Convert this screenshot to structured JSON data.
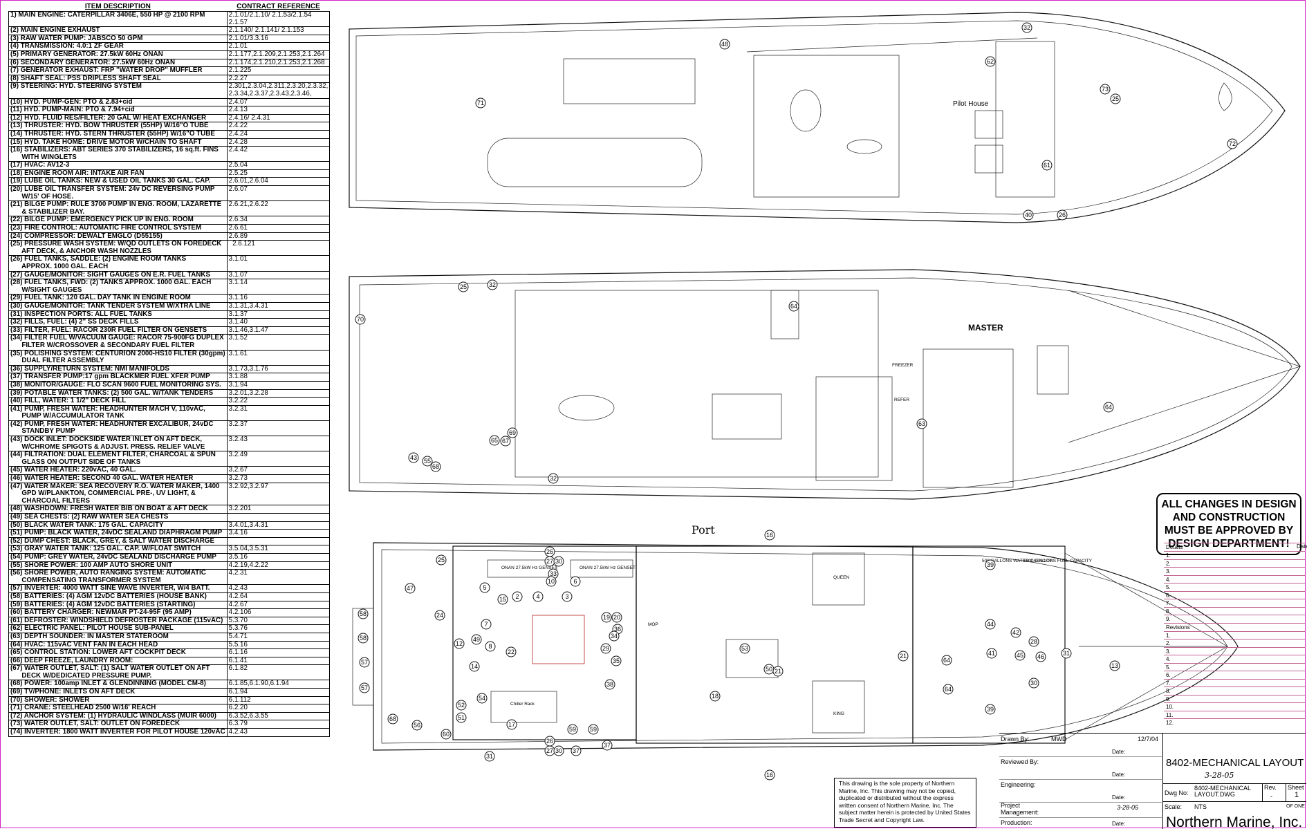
{
  "table": {
    "headers": [
      "ITEM DESCRIPTION",
      "CONTRACT REFERENCE"
    ],
    "rows": [
      [
        "1) MAIN ENGINE: CATERPILLAR 3406E, 550 HP @ 2100 RPM",
        "2.1.01/2.1.10/ 2.1.53/2.1.54\n2.1.57"
      ],
      [
        "(2) MAIN ENGINE EXHAUST",
        "2.1.140/ 2.1.141/ 2.1.153"
      ],
      [
        "(3) RAW WATER PUMP: JABSCO 50 GPM",
        "2.1.01/3.3.16"
      ],
      [
        "(4) TRANSMISSION: 4.0:1 ZF GEAR",
        "2.1.01"
      ],
      [
        "(5) PRIMARY GENERATOR: 27.5kW 60Hz ONAN",
        "2.1.177,2.1.209,2.1.253,2.1.264"
      ],
      [
        "(6) SECONDARY GENERATOR: 27.5kW 60Hz ONAN",
        "2.1.174,2.1.210,2.1.253,2.1.268"
      ],
      [
        "(7) GENERATOR EXHAUST: FRP \"WATER DROP\" MUFFLER",
        "2.1.225"
      ],
      [
        "(8) SHAFT SEAL: PSS DRIPLESS SHAFT SEAL",
        "2.2.27"
      ],
      [
        "(9) STEERING: HYD. STEERING SYSTEM",
        "2.301,2.3.04,2.311,2.3.20,2.3.32,\n2.3.34,2.3.37,2.3.43,2.3.46,"
      ],
      [
        "(10) HYD. PUMP-GEN: PTO & 2.83+cid",
        "2.4.07"
      ],
      [
        "(11) HYD. PUMP-MAIN: PTO & 7.94+cid",
        "2.4.13"
      ],
      [
        "(12) HYD. FLUID RES/FILTER: 20 GAL W/ HEAT EXCHANGER",
        "2.4.16/ 2.4.31"
      ],
      [
        "(13) THRUSTER: HYD. BOW THRUSTER (55HP) W/16\"O TUBE",
        "2.4.22"
      ],
      [
        "(14) THRUSTER: HYD. STERN THRUSTER (55HP) W/16\"O TUBE",
        "2.4.24"
      ],
      [
        "(15) HYD. TAKE HOME: DRIVE MOTOR W/CHAIN TO SHAFT",
        "2.4.28"
      ],
      [
        "(16) STABILIZERS: ABT SERIES 370 STABILIZERS, 16 sq.ft. FINS\n      WITH WINGLETS",
        "2.4.42"
      ],
      [
        "(17) HVAC: AV12-3",
        "2.5.04"
      ],
      [
        "(18) ENGINE ROOM AIR: INTAKE AIR FAN",
        "2.5.25"
      ],
      [
        "(19) LUBE OIL TANKS: NEW & USED OIL TANKS 30 GAL. CAP.",
        "2.6.01,2.6.04"
      ],
      [
        "(20) LUBE OIL TRANSFER SYSTEM: 24v DC REVERSING PUMP\n      W/15' OF HOSE.",
        "2.6.07"
      ],
      [
        "(21) BILGE PUMP: RULE 3700 PUMP IN ENG. ROOM, LAZARETTE\n      & STABILIZER BAY.",
        "2.6.21,2.6.22"
      ],
      [
        "(22) BILGE PUMP: EMERGENCY PICK UP IN ENG. ROOM",
        "2.6.34"
      ],
      [
        "(23) FIRE CONTROL: AUTOMATIC FIRE CONTROL SYSTEM",
        "2.6.61"
      ],
      [
        "(24) COMPRESSOR: DEWALT EMGLO (D55155)",
        "2.6.89"
      ],
      [
        "(25) PRESSURE WASH SYSTEM: W/QD OUTLETS ON FOREDECK\n      AFT DECK, & ANCHOR WASH NOZZLES",
        "  2.6.121"
      ],
      [
        "(26) FUEL TANKS, SADDLE: (2) ENGINE ROOM TANKS\n      APPROX. 1000 GAL. EACH",
        "3.1.01"
      ],
      [
        "(27) GAUGE/MONITOR: SIGHT GAUGES ON E.R. FUEL TANKS",
        "3.1.07"
      ],
      [
        "(28) FUEL TANKS, FWD: (2) TANKS APPROX. 1000 GAL. EACH\n      W/SIGHT GAUGES",
        "3.1.14"
      ],
      [
        "(29) FUEL TANK: 120 GAL. DAY TANK IN ENGINE ROOM",
        "3.1.16"
      ],
      [
        "(30) GAUGE/MONITOR: TANK TENDER SYSTEM W/XTRA LINE",
        "3.1.31,3.4.31"
      ],
      [
        "(31) INSPECTION PORTS: ALL FUEL TANKS",
        "3.1.37"
      ],
      [
        "(32) FILLS, FUEL: (4) 2\" SS DECK FILLS",
        "3.1.40"
      ],
      [
        "(33) FILTER, FUEL: RACOR 230R FUEL FILTER ON GENSETS",
        "3.1.46,3.1.47"
      ],
      [
        "(34) FILTER FUEL W/VACUUM GAUGE: RACOR 75-900FG DUPLEX\n      FILTER W/CROSSOVER & SECONDARY FUEL FILTER",
        "3.1.52"
      ],
      [
        "(35) POLISHING SYSTEM: CENTURION 2000-HS10 FILTER (30gpm)\n      DUAL FILTER ASSEMBLY",
        "3.1.61"
      ],
      [
        "(36) SUPPLY/RETURN SYSTEM: NMI MANIFOLDS",
        "3.1.73,3.1.76"
      ],
      [
        "(37) TRANSFER PUMP:17 gpm BLACKMER FUEL XFER PUMP",
        "3.1.88"
      ],
      [
        "(38) MONITOR/GAUGE: FLO SCAN 9600 FUEL MONITORING SYS.",
        "3.1.94"
      ],
      [
        "(39) POTABLE WATER TANKS: (2) 500 GAL. W/TANK TENDERS",
        "3.2.01,3.2.28"
      ],
      [
        "(40) FILL, WATER: 1 1/2\" DECK FILL",
        "3.2.22"
      ],
      [
        "(41) PUMP, FRESH WATER: HEADHUNTER MACH V, 110vAC,\n      PUMP W/ACCUMULATOR TANK",
        "3.2.31"
      ],
      [
        "(42) PUMP, FRESH WATER: HEADHUNTER EXCALIBUR, 24vDC\n      STANDBY PUMP",
        "3.2.37"
      ],
      [
        "(43) DOCK INLET: DOCKSIDE WATER INLET ON AFT DECK,\n      W/CHROME SPIGOTS & ADJUST. PRESS. RELIEF VALVE",
        "3.2.43"
      ],
      [
        "(44) FILTRATION: DUAL ELEMENT FILTER, CHARCOAL & SPUN\n      GLASS ON OUTPUT SIDE OF TANKS",
        "3.2.49"
      ],
      [
        "(45) WATER HEATER: 220vAC, 40 GAL.",
        "3.2.67"
      ],
      [
        "(46) WATER HEATER: SECOND 40 GAL. WATER HEATER",
        "3.2.73"
      ],
      [
        "(47) WATER MAKER: SEA RECOVERY R.O. WATER MAKER, 1400\n      GPD W/PLANKTON, COMMERCIAL PRE-, UV LIGHT, &\n      CHARCOAL FILTERS",
        "3.2.92,3.2.97"
      ],
      [
        "(48) WASHDOWN: FRESH WATER BIB ON BOAT & AFT DECK",
        "3.2.201"
      ],
      [
        "(49) SEA CHESTS: (2) RAW WATER SEA CHESTS",
        ""
      ],
      [
        "(50) BLACK WATER TANK: 175 GAL. CAPACITY",
        "3.4.01,3.4.31"
      ],
      [
        "(51) PUMP: BLACK WATER, 24vDC SEALAND DIAPHRAGM PUMP",
        "3.4.16"
      ],
      [
        "(52) DUMP CHEST: BLACK, GREY, & SALT WATER DISCHARGE",
        ""
      ],
      [
        "(53) GRAY WATER TANK: 125 GAL. CAP. W/FLOAT SWITCH",
        "3.5.04,3.5.31"
      ],
      [
        "(54) PUMP: GREY WATER, 24vDC SEALAND DISCHARGE PUMP",
        "3.5.16"
      ],
      [
        "(55) SHORE POWER: 100 AMP AUTO SHORE UNIT",
        "4.2.19,4.2.22"
      ],
      [
        "(56) SHORE POWER, AUTO RANGING SYSTEM: AUTOMATIC\n      COMPENSATING TRANSFORMER SYSTEM",
        "4.2.31"
      ],
      [
        "(57) INVERTER: 4000 WATT SINE WAVE INVERTER, W/4 BATT.",
        "4.2.43"
      ],
      [
        "(58) BATTERIES: (4) AGM 12vDC BATTERIES (HOUSE BANK)",
        "4.2.64"
      ],
      [
        "(59) BATTERIES: (4) AGM 12vDC BATTERIES (STARTING)",
        "4.2.67"
      ],
      [
        "(60) BATTERY CHARGER: NEWMAR PT-24-95F (95 AMP)",
        "4.2.106"
      ],
      [
        "(61) DEFROSTER: WINDSHIELD DEFROSTER PACKAGE (115vAC)",
        "5.3.70"
      ],
      [
        "(62) ELECTRIC PANEL: PILOT HOUSE SUB-PANEL",
        "5.3.76"
      ],
      [
        "(63) DEPTH SOUNDER: IN MASTER STATEROOM",
        "5.4.71"
      ],
      [
        "(64) HVAC: 115vAC VENT FAN IN EACH HEAD",
        "5.5.16"
      ],
      [
        "(65) CONTROL STATION: LOWER AFT COCKPIT DECK",
        "6.1.16"
      ],
      [
        "(66) DEEP FREEZE, LAUNDRY ROOM:",
        "6.1.41"
      ],
      [
        "(67) WATER OUTLET, SALT: (1) SALT WATER OUTLET ON AFT\n      DECK W/DEDICATED PRESSURE PUMP.",
        "6.1.82"
      ],
      [
        "(68) POWER: 100amp INLET & GLENDINNING (MODEL CM-8)",
        "6.1.85,6.1.90,6.1.94"
      ],
      [
        "(69) TV/PHONE: INLETS ON AFT DECK",
        "6.1.94"
      ],
      [
        "(70) SHOWER: SHOWER",
        "6.1.112"
      ],
      [
        "(71) CRANE: STEELHEAD 2500 W/16' REACH",
        "6.2.20"
      ],
      [
        "(72) ANCHOR SYSTEM: (1) HYDRAULIC WINDLASS (MUIR 6000)",
        "6.3.52,6.3.55"
      ],
      [
        "(73) WATER OUTLET, SALT: OUTLET ON FOREDECK",
        "6.3.79"
      ],
      [
        "(74) INVERTER: 1800 WATT INVERTER FOR PILOT HOUSE 120vAC",
        "4.2.43"
      ]
    ]
  },
  "plans": {
    "upper_label": "Pilot House",
    "middle_label": "MASTER",
    "lower_label": "Port",
    "room_labels": [
      "QUEEN",
      "KING",
      "ONAN 27.5kW Hz GENSET",
      "ONAN 27.5kW Hz GENSET",
      "FREEZER",
      "REFER",
      "MOP",
      "Chiller Rack",
      "500 GALLONS WATER CAPACITY",
      "1000 GALLONS FUEL CAPACITY"
    ],
    "upper_callouts": [
      "48",
      "32",
      "62",
      "73",
      "25",
      "71",
      "72",
      "61",
      "40",
      "26"
    ],
    "middle_callouts": [
      "25",
      "32",
      "70",
      "64",
      "63",
      "64",
      "43",
      "55",
      "68",
      "65",
      "67",
      "69",
      "32"
    ],
    "lower_callouts": [
      "25",
      "47",
      "24",
      "58",
      "58",
      "57",
      "57",
      "68",
      "56",
      "16",
      "26",
      "27",
      "30",
      "33",
      "5",
      "10",
      "6",
      "7",
      "15",
      "2",
      "4",
      "3",
      "19",
      "20",
      "36",
      "34",
      "29",
      "35",
      "12",
      "49",
      "8",
      "22",
      "14",
      "38",
      "54",
      "52",
      "51",
      "60",
      "31",
      "17",
      "59",
      "59",
      "37",
      "18",
      "53",
      "50",
      "21",
      "64",
      "39",
      "44",
      "42",
      "41",
      "45",
      "46",
      "28",
      "30",
      "31",
      "13",
      "64",
      "39",
      "16",
      "21",
      "26",
      "27",
      "30",
      "37"
    ]
  },
  "notice": "ALL CHANGES IN DESIGN\nAND CONSTRUCTION\nMUST BE APPROVED BY\nDESIGN DEPARTMENT!",
  "copyright": "This drawing is the sole property of Northern Marine, Inc. This drawing may not be copied, duplicated or distributed without the express written consent of Northern Marine, Inc. The subject matter herein is protected by United States Trade Secret and Copyright Law.",
  "titleblock": {
    "drawn_by_label": "Drawn By:",
    "drawn_by": "MWD",
    "drawn_date": "12/7/04",
    "reviewed_by_label": "Reviewed By:",
    "engineering_label": "Engineering:",
    "project_mgmt_label": "Project\nManagement:",
    "project_mgmt_date": "3-28-05",
    "production_label": "Production:",
    "date_label": "Date:",
    "title": "8402-MECHANICAL LAYOUT",
    "signature_date": "3-28-05",
    "dwg_no_label": "Dwg No:",
    "dwg_no": "8402-MECHANICAL\nLAYOUT.DWG",
    "rev_label": "Rev.",
    "rev": "-",
    "sheet_label": "Sheet",
    "sheet": "1",
    "sheet_of": "OF ONE",
    "scale_label": "Scale:",
    "scale": "NTS",
    "company": "Northern Marine, Inc.",
    "details_label": "Details",
    "revisions_label": "Revisions",
    "date_col_label": "Date",
    "detail_rows": [
      "1.",
      "2.",
      "3.",
      "4.",
      "5.",
      "6.",
      "7.",
      "8.",
      "9."
    ],
    "revision_rows": [
      "1.",
      "2.",
      "3.",
      "4.",
      "5.",
      "6.",
      "7.",
      "8.",
      "9.",
      "10.",
      "11.",
      "12."
    ]
  }
}
